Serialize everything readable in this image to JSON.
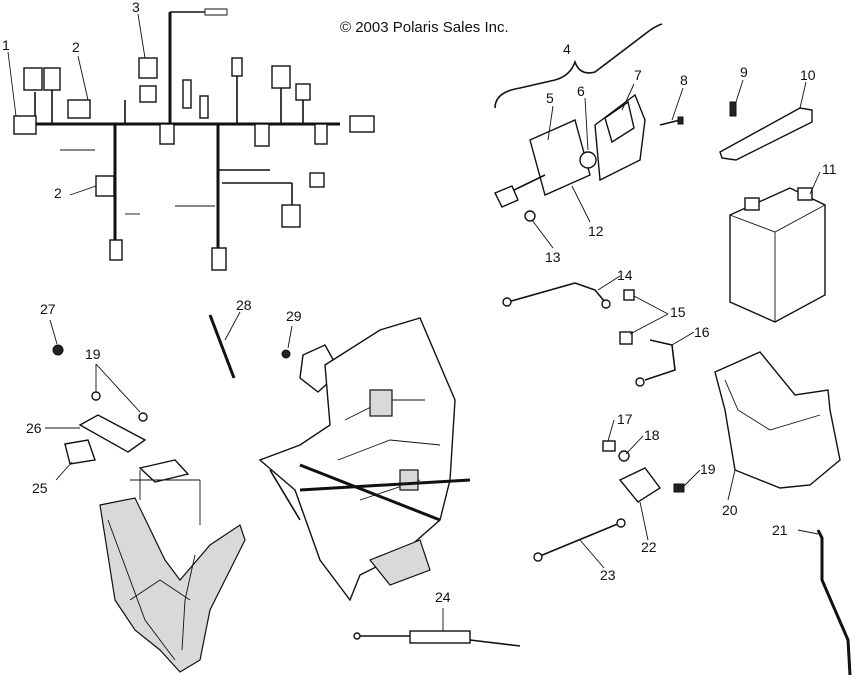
{
  "copyright": "© 2003 Polaris Sales Inc.",
  "callouts": [
    {
      "id": "c1",
      "text": "1"
    },
    {
      "id": "c2a",
      "text": "2"
    },
    {
      "id": "c2b",
      "text": "2"
    },
    {
      "id": "c3",
      "text": "3"
    },
    {
      "id": "c4",
      "text": "4"
    },
    {
      "id": "c5",
      "text": "5"
    },
    {
      "id": "c6",
      "text": "6"
    },
    {
      "id": "c7",
      "text": "7"
    },
    {
      "id": "c8",
      "text": "8"
    },
    {
      "id": "c9",
      "text": "9"
    },
    {
      "id": "c10",
      "text": "10"
    },
    {
      "id": "c11",
      "text": "11"
    },
    {
      "id": "c12",
      "text": "12"
    },
    {
      "id": "c13",
      "text": "13"
    },
    {
      "id": "c14",
      "text": "14"
    },
    {
      "id": "c15",
      "text": "15"
    },
    {
      "id": "c16",
      "text": "16"
    },
    {
      "id": "c17",
      "text": "17"
    },
    {
      "id": "c18",
      "text": "18"
    },
    {
      "id": "c19a",
      "text": "19"
    },
    {
      "id": "c19b",
      "text": "19"
    },
    {
      "id": "c20",
      "text": "20"
    },
    {
      "id": "c21",
      "text": "21"
    },
    {
      "id": "c22",
      "text": "22"
    },
    {
      "id": "c23",
      "text": "23"
    },
    {
      "id": "c24",
      "text": "24"
    },
    {
      "id": "c25",
      "text": "25"
    },
    {
      "id": "c26",
      "text": "26"
    },
    {
      "id": "c27",
      "text": "27"
    },
    {
      "id": "c28",
      "text": "28"
    },
    {
      "id": "c29",
      "text": "29"
    }
  ]
}
